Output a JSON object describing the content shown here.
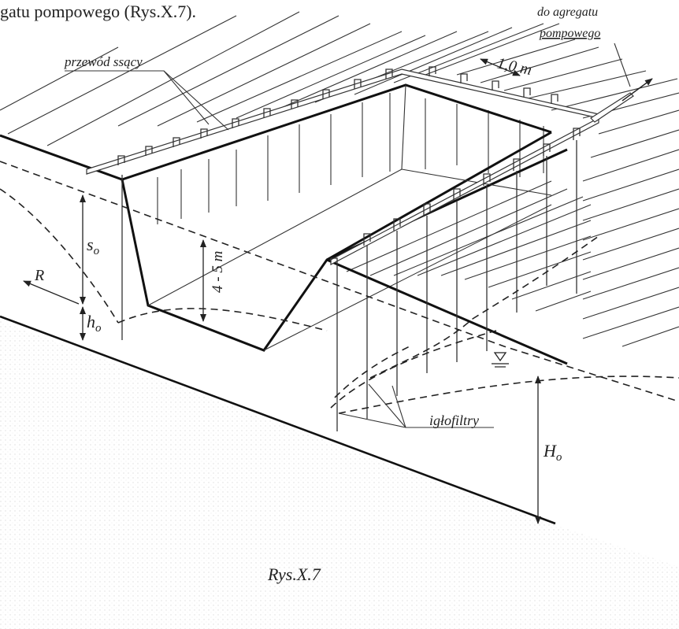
{
  "top_text": "gatu pompowego (Rys.X.7).",
  "labels": {
    "pump": "do agregatu",
    "pump_line2": "pompowego",
    "spacing": "1,0 m",
    "suction_pipe": "przewód ssący",
    "depth": "4 - 5 m",
    "drawdown": "s",
    "drawdown_sub": "o",
    "radius": "R",
    "head": "h",
    "head_sub": "o",
    "wellpoints": "igłofiltry",
    "aquifer": "H",
    "aquifer_sub": "o"
  },
  "caption": "Rys.X.7"
}
